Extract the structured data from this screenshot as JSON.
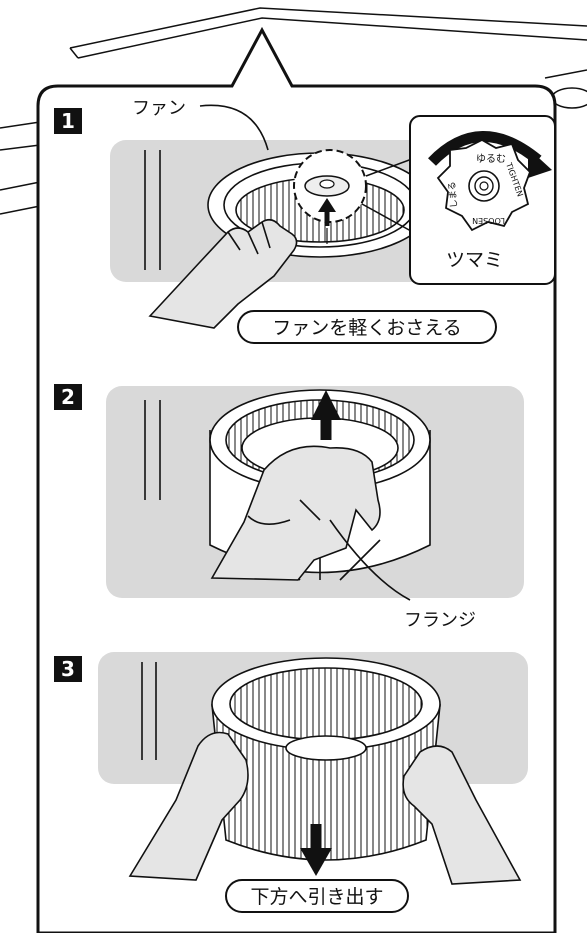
{
  "steps": [
    {
      "number": "1",
      "fan_label": "ファン",
      "knob_caption": "ツマミ",
      "action": "ファンを軽くおさえる",
      "knob_text": {
        "loosen_jp": "ゆるむ",
        "tighten_jp": "しまる",
        "tighten_en": "TIGHTEN",
        "loosen_en": "LOOSEN"
      }
    },
    {
      "number": "2",
      "flange_label": "フランジ"
    },
    {
      "number": "3",
      "action": "下方へ引き出す"
    }
  ],
  "colors": {
    "panel_gray": "#d9d9d9",
    "outline": "#111111",
    "badge": "#111111"
  }
}
